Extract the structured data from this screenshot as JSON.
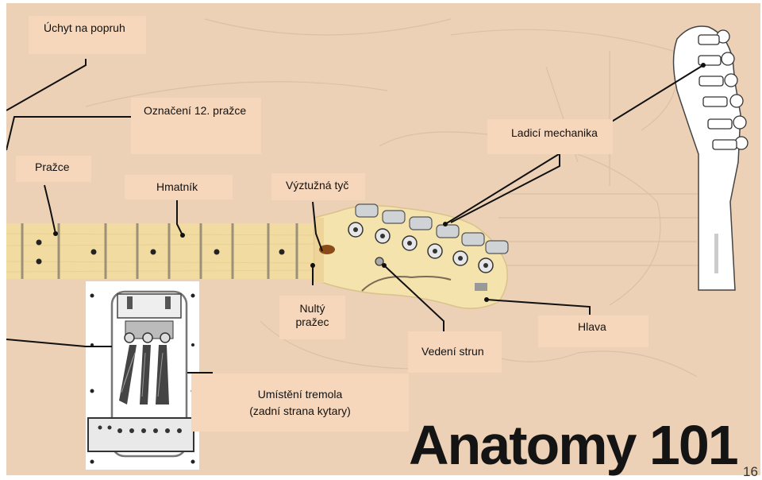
{
  "labels": {
    "strap_button": "Úchyt na popruh",
    "fret_12_marker": "Označení 12. pražce",
    "tuners": "Ladicí mechanika",
    "frets": "Pražce",
    "fretboard": "Hmatník",
    "truss_rod": "Výztužná tyč",
    "nut_line1": "Nultý",
    "nut_line2": "pražec",
    "headstock": "Hlava",
    "string_tree": "Vedení strun",
    "tremolo_line1": "Umístění tremola",
    "tremolo_line2": "(zadní strana kytary)"
  },
  "title": "Anatomy 101",
  "page_number": "16",
  "colors": {
    "label_bg": "#f6d7bc",
    "background": "#ecd0b4",
    "maple": "#f3dca2",
    "fret_wire": "#9c9078",
    "dot_inlay": "#232323",
    "leader_line": "#111111"
  }
}
